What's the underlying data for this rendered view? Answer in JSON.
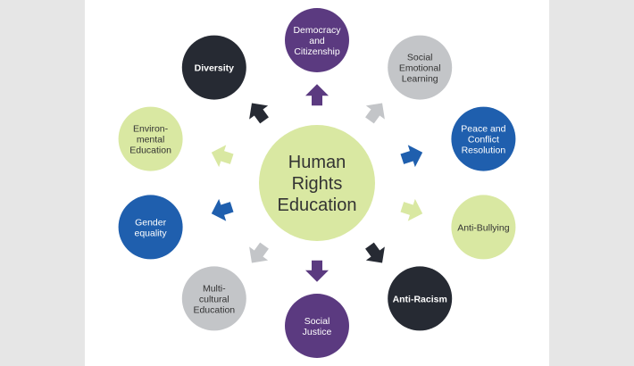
{
  "diagram": {
    "center": {
      "lines": [
        "Human",
        "Rights",
        "Education"
      ],
      "color": "#d9e8a2"
    },
    "nodes": [
      {
        "id": "democracy",
        "lines": [
          "Democracy",
          "and",
          "Citizenship"
        ],
        "fill": "#5b3a80",
        "text": "#ffffff",
        "bold": false
      },
      {
        "id": "social-emotional",
        "lines": [
          "Social",
          "Emotional",
          "Learning"
        ],
        "fill": "#c3c5c8",
        "text": "#333333",
        "bold": false
      },
      {
        "id": "peace",
        "lines": [
          "Peace and",
          "Conflict",
          "Resolution"
        ],
        "fill": "#1f5fae",
        "text": "#ffffff",
        "bold": false
      },
      {
        "id": "anti-bullying",
        "lines": [
          "Anti-Bullying"
        ],
        "fill": "#d9e8a2",
        "text": "#333333",
        "bold": false
      },
      {
        "id": "anti-racism",
        "lines": [
          "Anti-Racism"
        ],
        "fill": "#262a33",
        "text": "#ffffff",
        "bold": true
      },
      {
        "id": "social-justice",
        "lines": [
          "Social",
          "Justice"
        ],
        "fill": "#5b3a80",
        "text": "#ffffff",
        "bold": false
      },
      {
        "id": "multicultural",
        "lines": [
          "Multi-",
          "cultural",
          "Education"
        ],
        "fill": "#c3c5c8",
        "text": "#333333",
        "bold": false
      },
      {
        "id": "gender",
        "lines": [
          "Gender",
          "equality"
        ],
        "fill": "#1f5fae",
        "text": "#ffffff",
        "bold": false
      },
      {
        "id": "environmental",
        "lines": [
          "Environ-",
          "mental",
          "Education"
        ],
        "fill": "#d9e8a2",
        "text": "#333333",
        "bold": false
      },
      {
        "id": "diversity",
        "lines": [
          "Diversity"
        ],
        "fill": "#262a33",
        "text": "#ffffff",
        "bold": true
      }
    ]
  }
}
